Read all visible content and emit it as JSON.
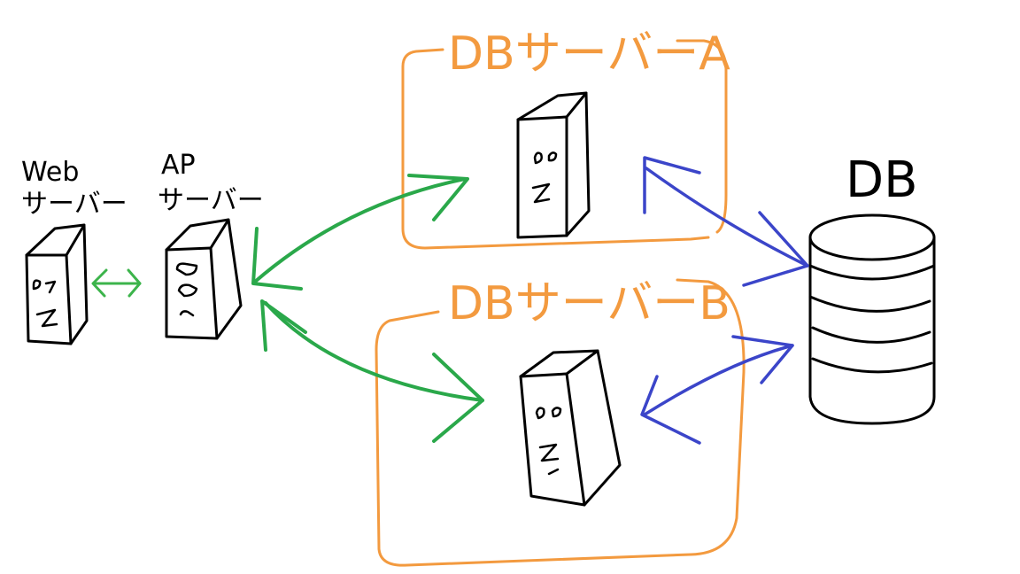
{
  "nodes": {
    "web_server": {
      "line1": "Web",
      "line2": "サーバー"
    },
    "ap_server": {
      "line1": "AP",
      "line2": "サーバー"
    },
    "db_server_a": {
      "label": "DBサーバーA"
    },
    "db_server_b": {
      "label": "DBサーバーB"
    },
    "database": {
      "label": "DB"
    }
  },
  "colors": {
    "ink": "#000000",
    "group_border": "#f39a3f",
    "arrow_web_ap": "#3cb44b",
    "arrow_ap_db": "#2aa84a",
    "arrow_db": "#3b45c9"
  }
}
